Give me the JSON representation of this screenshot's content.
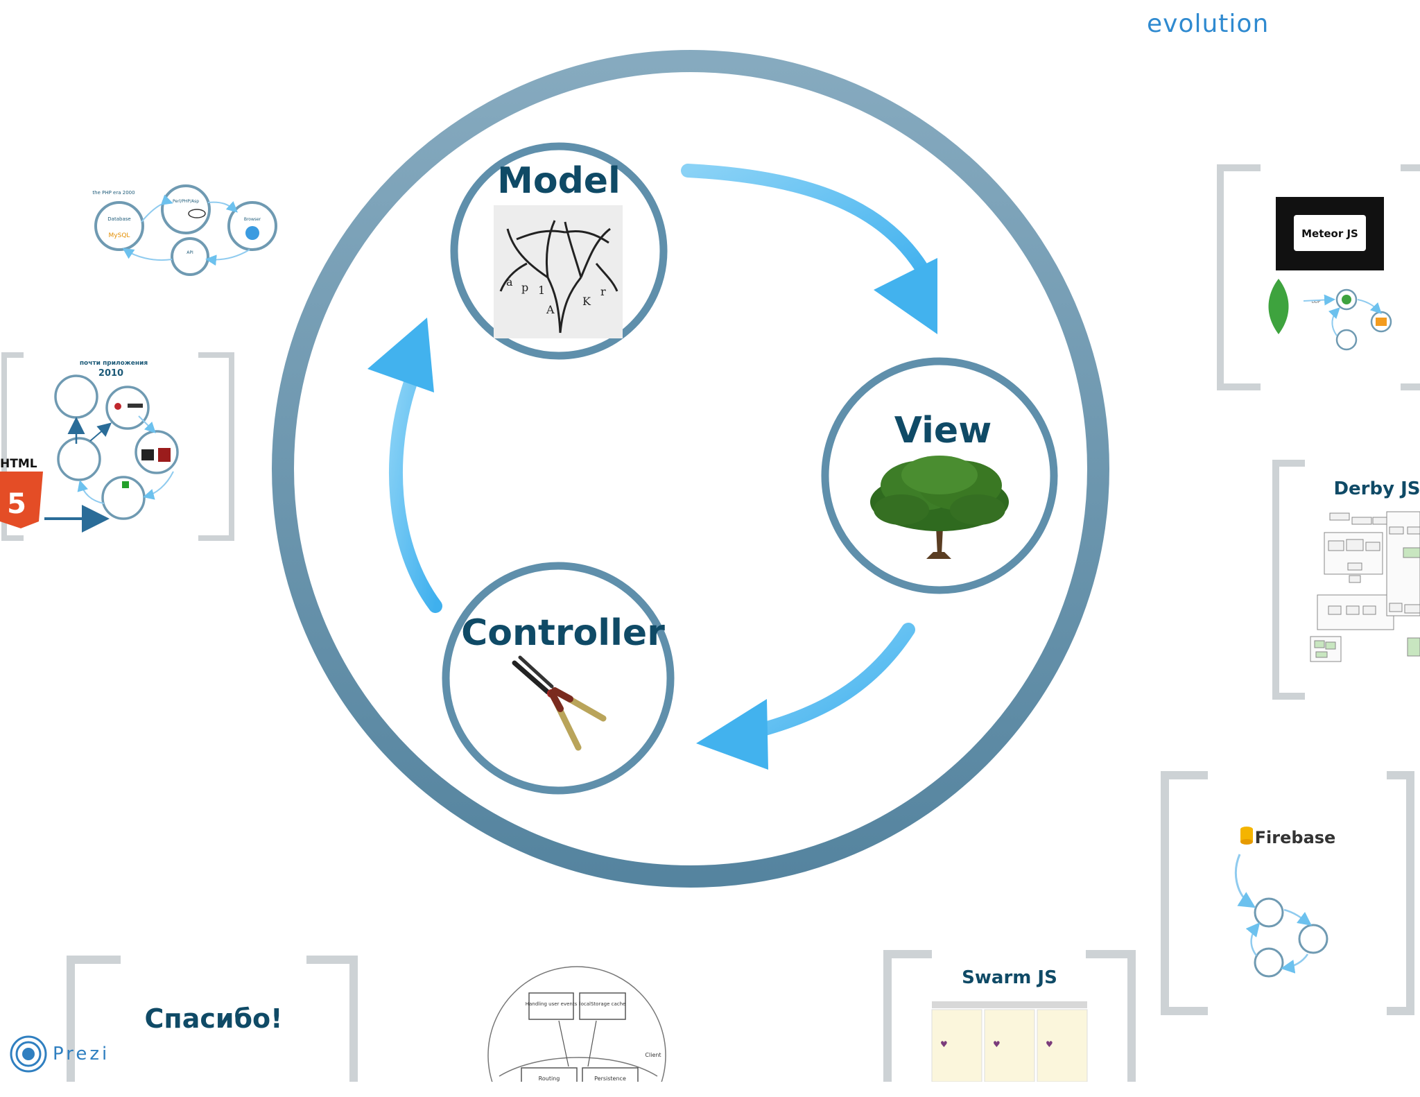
{
  "header": {
    "section_title": "evolution"
  },
  "mvc": {
    "model_label": "Model",
    "view_label": "View",
    "controller_label": "Controller"
  },
  "thumbnails": {
    "php_era": {
      "title": "the PHP era 2000",
      "nodes": [
        "Database",
        "Perl/PHP/Asp",
        "Browser",
        "API"
      ],
      "logo_text": "MySQL"
    },
    "apps_2010": {
      "title_line1": "почти приложения",
      "title_line2": "2010",
      "html_label": "HTML",
      "html_number": "5"
    },
    "meteor": {
      "label": "Meteor JS",
      "ddp": "DDP"
    },
    "derby": {
      "title": "Derby JS"
    },
    "firebase": {
      "title": "Firebase"
    },
    "swarm": {
      "title": "Swarm JS"
    },
    "thanks": {
      "title": "Спасибо!"
    },
    "client_diagram": {
      "box1": "Handling user events",
      "box2": "localStorage cache",
      "box3": "Routing",
      "box4": "Persistence",
      "side_label": "Client"
    }
  },
  "branding": {
    "logo_text": "Prezi"
  },
  "colors": {
    "ring": "#5e8eab",
    "ring_light": "#7fa7be",
    "arrow": "#4fb8f0",
    "label": "#0f4a66",
    "bracket": "#cfd3d6"
  }
}
